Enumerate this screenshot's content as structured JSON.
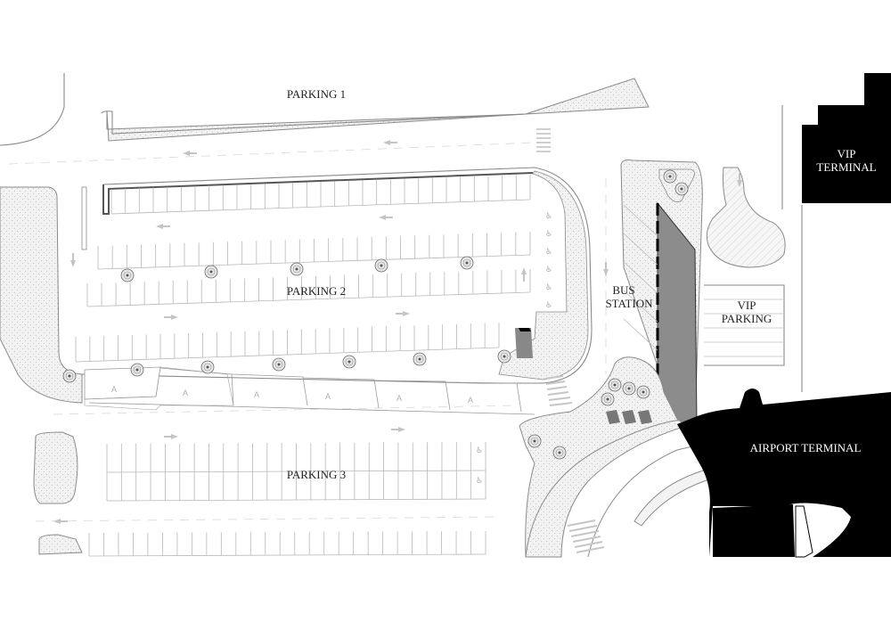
{
  "labels": {
    "parking_1": "PARKING 1",
    "parking_2": "PARKING 2",
    "parking_3": "PARKING 3",
    "bus_station_line1": "BUS",
    "bus_station_line2": "STATION",
    "vip_parking_line1": "VIP",
    "vip_parking_line2": "PARKING",
    "vip_terminal_line1": "VIP",
    "vip_terminal_line2": "TERMINAL",
    "airport_terminal": "AIRPORT TERMINAL"
  },
  "colors": {
    "building": "#000000",
    "bus_platform": "#8c8c8c",
    "paving": "#ececec",
    "curb": "#8a8a8a",
    "stall_line": "#b8b8b8",
    "background": "#ffffff"
  },
  "icons": [
    "tree-icon",
    "accessible-parking-icon",
    "direction-arrow-icon",
    "bus-bay-icon"
  ]
}
